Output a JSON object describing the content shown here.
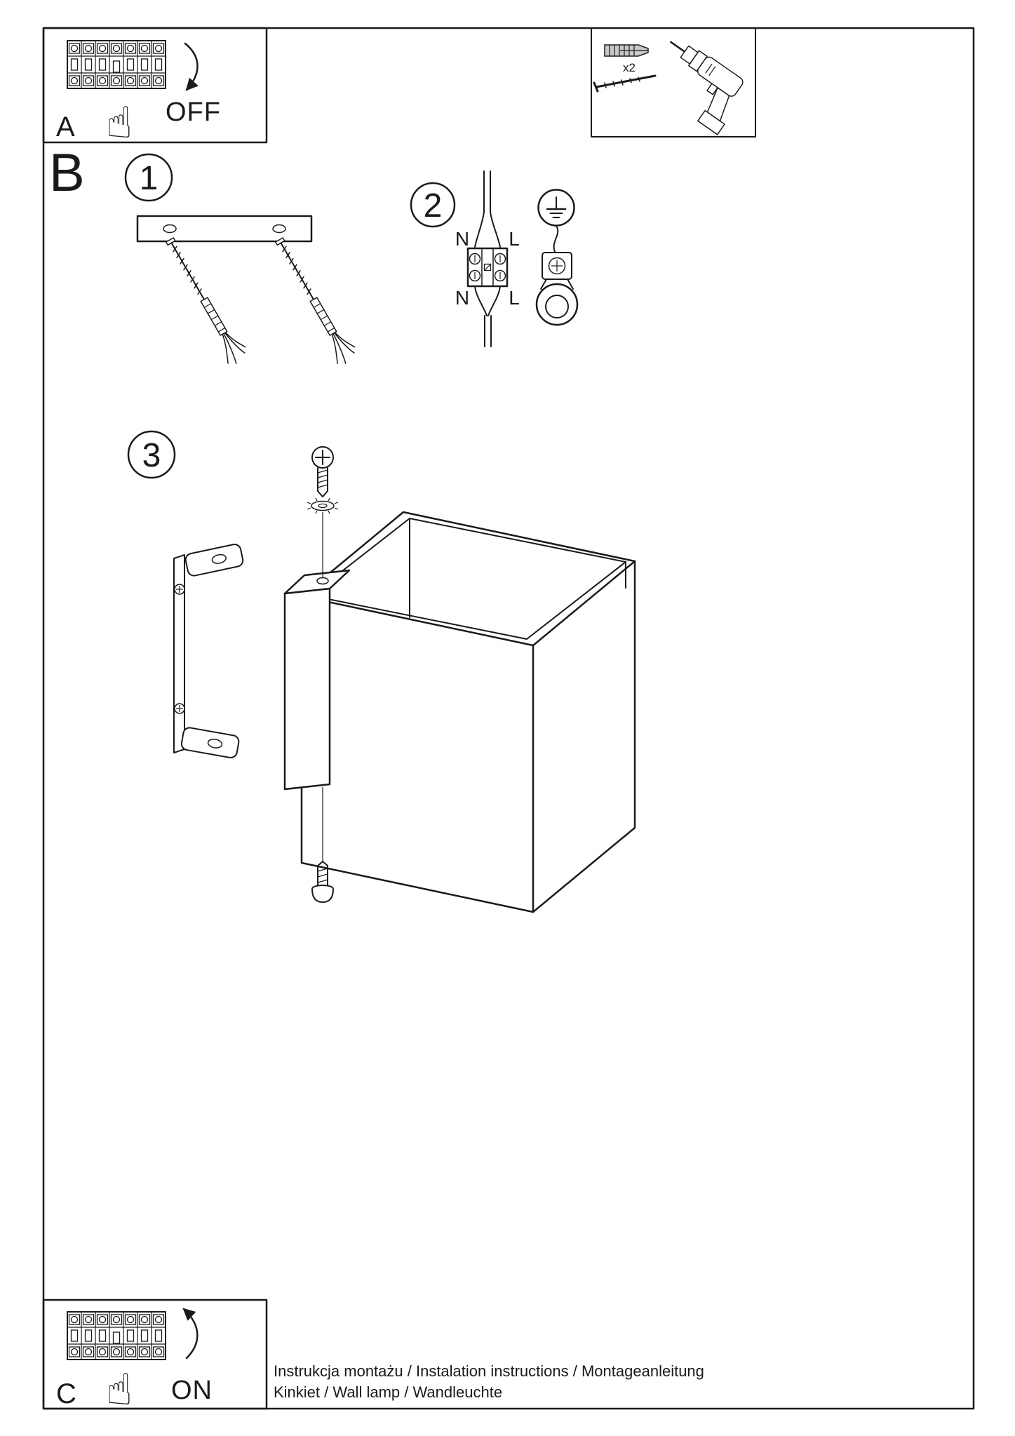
{
  "sections": {
    "a": {
      "label": "A",
      "action": "OFF"
    },
    "b": {
      "label": "B"
    },
    "c": {
      "label": "C",
      "action": "ON"
    }
  },
  "steps": {
    "one": "1",
    "two": "2",
    "three": "3"
  },
  "wiring": {
    "n_top": "N",
    "l_top": "L",
    "n_bottom": "N",
    "l_bottom": "L"
  },
  "tools": {
    "anchor_qty": "x2"
  },
  "icons": {
    "hand": "☝"
  },
  "footer": {
    "line1": "Instrukcja montażu / Instalation instructions / Montageanleitung",
    "line2": "Kinkiet  / Wall lamp / Wandleuchte"
  },
  "colors": {
    "ink": "#1a1a1a",
    "paper": "#ffffff"
  }
}
